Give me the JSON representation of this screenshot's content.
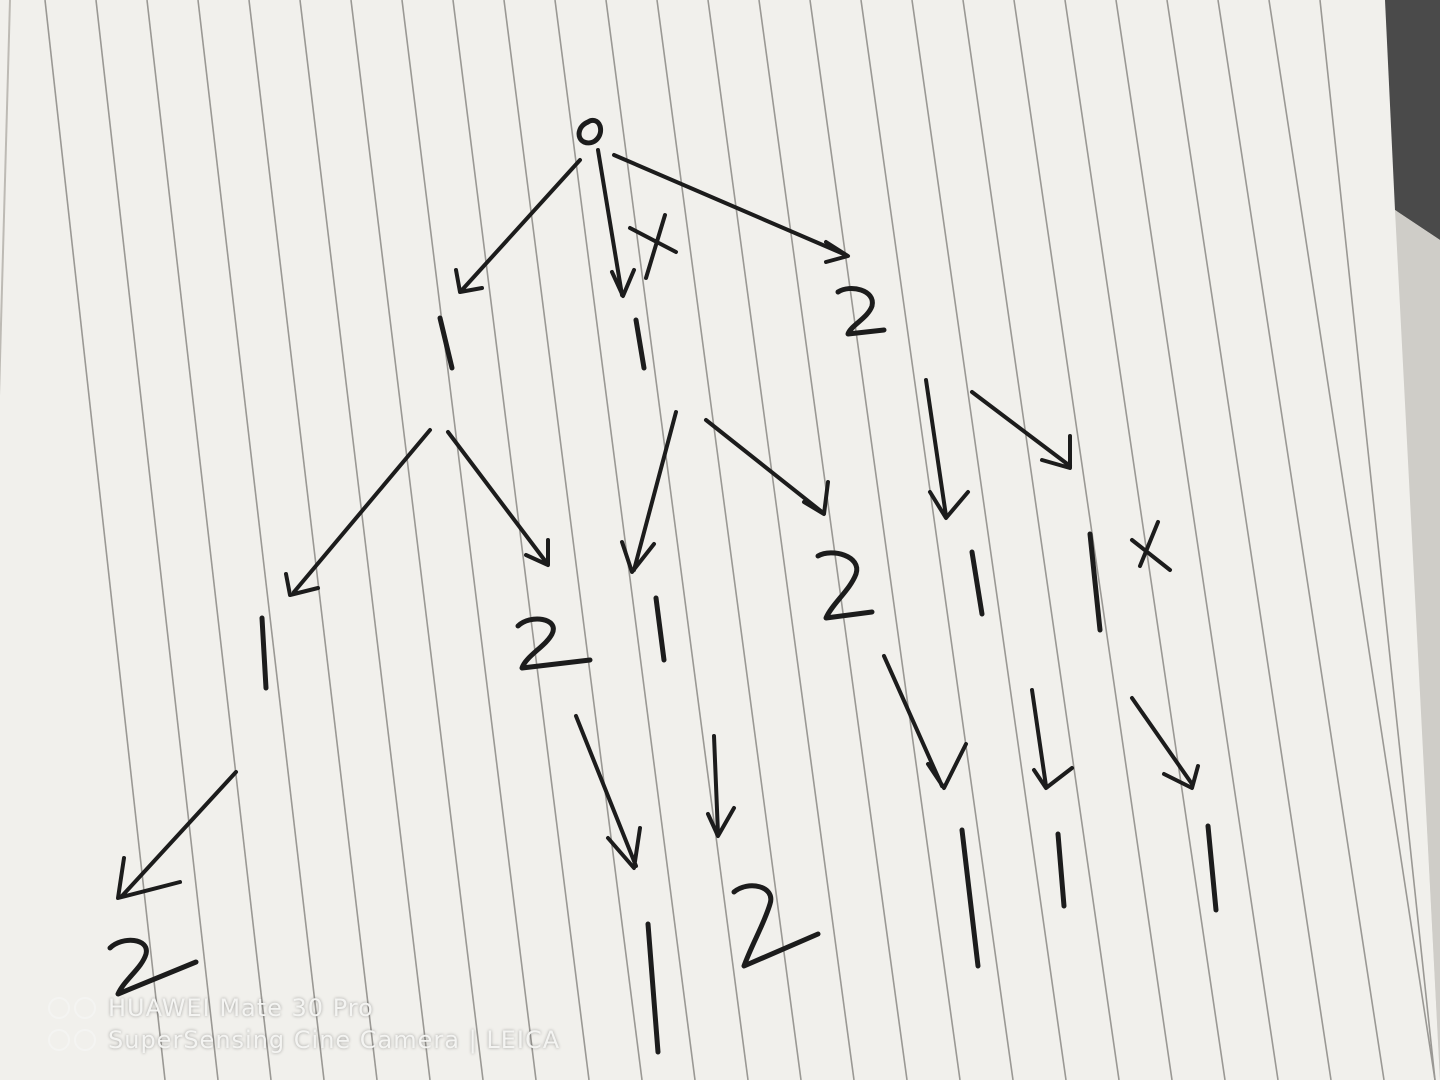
{
  "watermark": {
    "model": "HUAWEI Mate 30 Pro",
    "camera": "SuperSensing Cine Camera | LEICA"
  },
  "nodes": {
    "root": "0",
    "l1_left": "1",
    "l1_mid": "1",
    "l1_right": "2",
    "l2_a": "1",
    "l2_b": "2",
    "l2_c": "1",
    "l2_d": "2",
    "l2_e": "1",
    "l2_f": "1",
    "l3_a": "2",
    "l3_b": "1",
    "l3_c": "2",
    "l3_d": "1",
    "l3_e": "1",
    "l3_f": "1"
  },
  "pruned_marks": [
    "x",
    "x"
  ],
  "colors": {
    "paper": "#f1f0ec",
    "ink": "#1c1c1c",
    "rule": "#9a9894"
  }
}
